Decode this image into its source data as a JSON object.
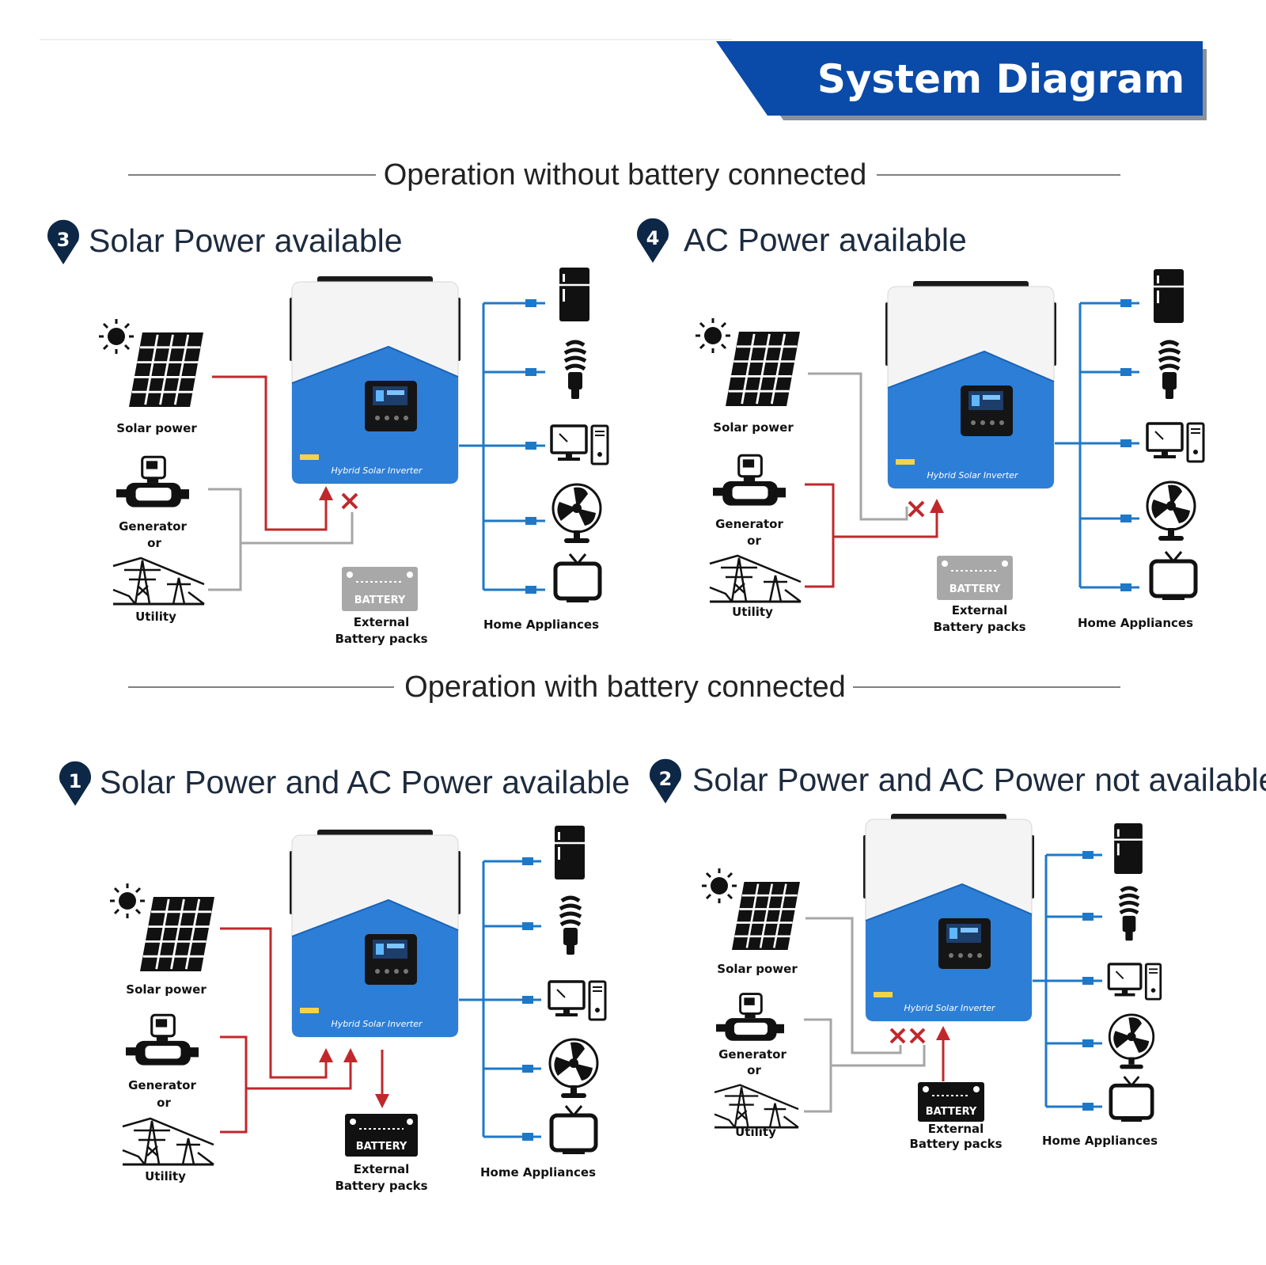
{
  "header": {
    "title": "System Diagram",
    "band_color": "#0a4aa8",
    "shadow_color": "#8a9099"
  },
  "sections": {
    "without_battery": "Operation without battery connected",
    "with_battery": "Operation with battery connected"
  },
  "labels": {
    "solar": "Solar power",
    "generator": "Generator",
    "or": "or",
    "utility": "Utility",
    "battery": "BATTERY",
    "external": "External",
    "battery_packs": "Battery packs",
    "home_appliances": "Home Appliances",
    "inverter": "Hybrid Solar Inverter"
  },
  "colors": {
    "active_line": "#c0282c",
    "inactive_line": "#a6a6a6",
    "load_line": "#1e78c8",
    "inverter_blue": "#2d7ed6",
    "pin": "#0d2746"
  },
  "icons": [
    "sun-icon",
    "solar-panel-icon",
    "generator-icon",
    "power-tower-icon",
    "battery-icon",
    "fridge-icon",
    "bulb-icon",
    "computer-icon",
    "fan-icon",
    "tv-icon"
  ],
  "scenarios": [
    {
      "number": "3",
      "title": "Solar Power available",
      "solar_active": true,
      "ac_active": false,
      "solar_blocked": false,
      "ac_blocked": true,
      "battery_state": "unavailable"
    },
    {
      "number": "4",
      "title": "AC Power available",
      "solar_active": false,
      "ac_active": true,
      "solar_blocked": true,
      "ac_blocked": false,
      "battery_state": "unavailable"
    },
    {
      "number": "1",
      "title": "Solar Power and AC Power available",
      "solar_active": true,
      "ac_active": true,
      "solar_blocked": false,
      "ac_blocked": false,
      "battery_state": "charging"
    },
    {
      "number": "2",
      "title": "Solar Power and AC Power not available",
      "solar_active": false,
      "ac_active": false,
      "solar_blocked": true,
      "ac_blocked": true,
      "battery_state": "discharging"
    }
  ]
}
